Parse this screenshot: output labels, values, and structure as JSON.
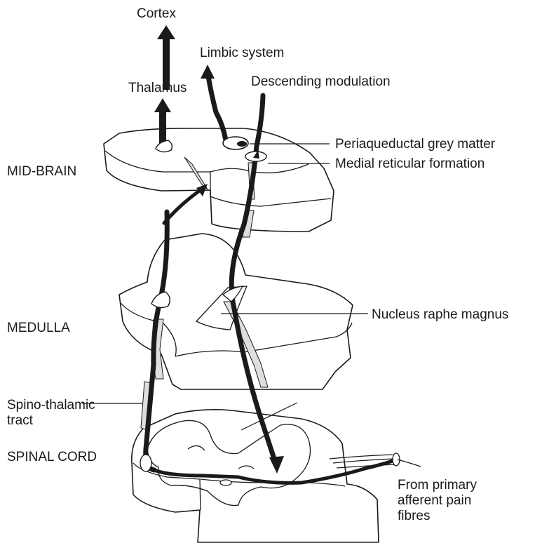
{
  "labels": {
    "cortex": "Cortex",
    "thalamus": "Thalamus",
    "limbic_system": "Limbic system",
    "descending_modulation": "Descending modulation",
    "periaqueductal": "Periaqueductal grey matter",
    "medial_reticular": "Medial reticular formation",
    "mid_brain": "MID-BRAIN",
    "nucleus_raphe": "Nucleus raphe magnus",
    "medulla": "MEDULLA",
    "spino_line1": "Spino-thalamic",
    "spino_line2": "tract",
    "spinal_cord": "SPINAL CORD",
    "afferent_line1": "From primary",
    "afferent_line2": "afferent pain",
    "afferent_line3": "fibres"
  },
  "colors": {
    "ink": "#1a1a1a",
    "tract_fill": "#dedede",
    "background": "#ffffff"
  }
}
